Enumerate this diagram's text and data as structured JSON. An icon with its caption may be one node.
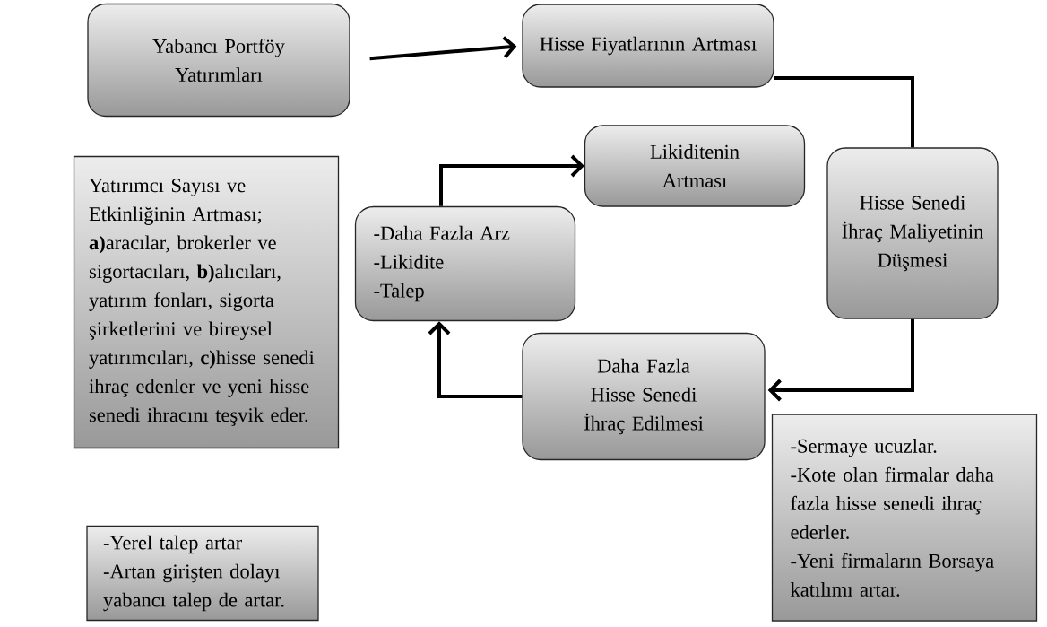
{
  "diagram": {
    "nodes": [
      {
        "text": [
          "Yabancı Portföy Yatırımları"
        ]
      },
      {
        "text": [
          "Hisse Fiyatlarının Artması"
        ]
      },
      {
        "text": [
          "Yatırımcı Sayısı ve Etkinliğinin Artması; **a)**aracılar, brokerler ve sigortacıları, **b)**alıcıları, yatırım fonları, sigorta şirketlerini ve bireysel yatırımcıları, **c)**hisse senedi ihraç edenler ve yeni hisse senedi ihracını teşvik eder."
        ]
      },
      {
        "text": [
          "Likiditenin Artması"
        ]
      },
      {
        "text": [
          "Hisse Senedi İhraç Maliyetinin Düşmesi"
        ]
      },
      {
        "text": [
          "-Daha Fazla Arz",
          "-Likidite",
          "-Talep"
        ]
      },
      {
        "text": [
          "Daha Fazla Hisse Senedi İhraç Edilmesi"
        ]
      },
      {
        "text": [
          "-Sermaye ucuzlar.",
          "-Kote olan firmalar daha fazla hisse senedi ihraç ederler.",
          "-Yeni firmaların Borsaya katılımı artar."
        ]
      },
      {
        "text": [
          "-Yerel talep artar",
          "-Artan girişten dolayı yabancı talep de artar."
        ]
      }
    ],
    "edges": [
      {
        "from": 0,
        "to": 1,
        "arrow": "to"
      },
      {
        "from": 1,
        "to": 4,
        "arrow": "none"
      },
      {
        "from": 4,
        "to": 6,
        "arrow": "to"
      },
      {
        "from": 6,
        "to": 5,
        "arrow": "to"
      },
      {
        "from": 5,
        "to": 3,
        "arrow": "to"
      }
    ]
  }
}
